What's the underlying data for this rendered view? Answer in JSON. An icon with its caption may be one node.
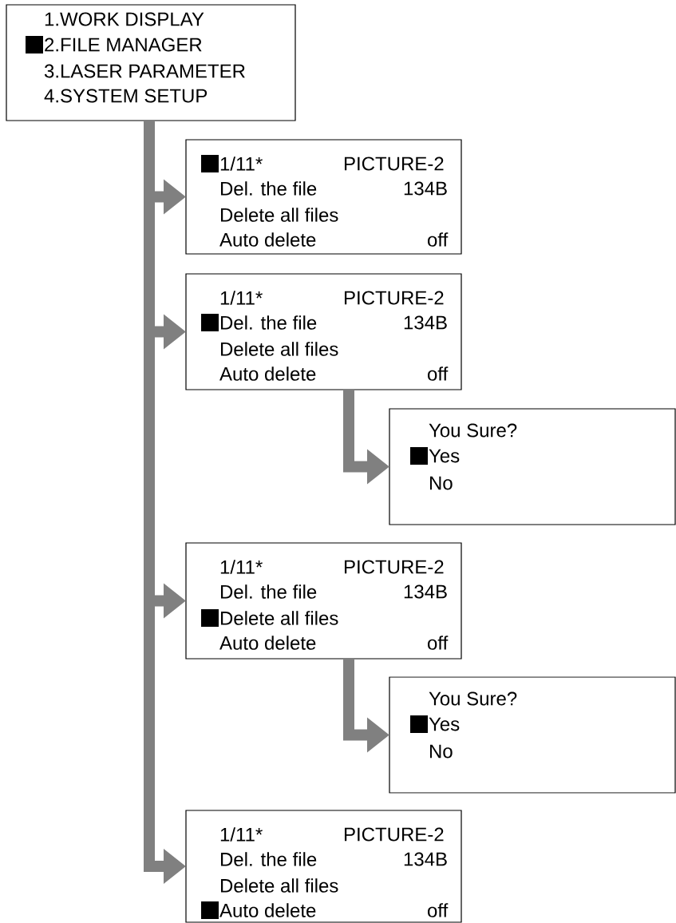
{
  "diagram": {
    "nodes": [
      {
        "text": [
          "1.WORK DISPLAY",
          "2.FILE MANAGER",
          "3.LASER PARAMETER",
          "4.SYSTEM SETUP"
        ]
      },
      {
        "text": [
          "1/11*",
          "PICTURE-2",
          "Del. the file",
          "134B",
          "Delete all files",
          "Auto delete",
          "off"
        ]
      },
      {
        "text": [
          "1/11*",
          "PICTURE-2",
          "Del. the file",
          "134B",
          "Delete all files",
          "Auto delete",
          "off"
        ]
      },
      {
        "text": [
          "You Sure?",
          "Yes",
          "No"
        ]
      },
      {
        "text": [
          "1/11*",
          "PICTURE-2",
          "Del. the file",
          "134B",
          "Delete all files",
          "Auto delete",
          "off"
        ]
      },
      {
        "text": [
          "You Sure?",
          "Yes",
          "No"
        ]
      },
      {
        "text": [
          "1/11*",
          "PICTURE-2",
          "Del. the file",
          "134B",
          "Delete all files",
          "Auto delete",
          "off"
        ]
      }
    ],
    "edges": [
      {
        "from": 0,
        "to": 1,
        "arrow": "to"
      },
      {
        "from": 0,
        "to": 2,
        "arrow": "to"
      },
      {
        "from": 0,
        "to": 4,
        "arrow": "to"
      },
      {
        "from": 0,
        "to": 6,
        "arrow": "to"
      },
      {
        "from": 2,
        "to": 3,
        "arrow": "to"
      },
      {
        "from": 4,
        "to": 5,
        "arrow": "to"
      }
    ]
  }
}
